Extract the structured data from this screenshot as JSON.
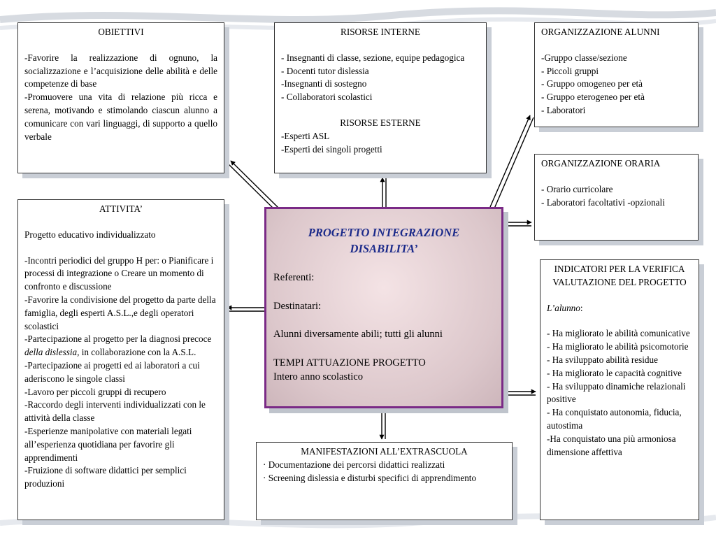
{
  "center": {
    "title_line1": "PROGETTO INTEGRAZIONE",
    "title_line2": "DISABILITA’",
    "referenti": "Referenti:",
    "destinatari": "Destinatari:",
    "alunni": "Alunni diversamente abili; tutti gli alunni",
    "tempi_title": "TEMPI ATTUAZIONE PROGETTO",
    "tempi_value": "Intero anno scolastico"
  },
  "obiettivi": {
    "title": "OBIETTIVI",
    "lines": [
      "-Favorire la realizzazione di ognuno, la socializzazione e l’acquisizione delle abilità e delle competenze di base",
      "-Promuovere una vita di relazione più ricca e serena, motivando e stimolando ciascun alunno a comunicare con vari linguaggi, di supporto a quello verbale"
    ]
  },
  "risorse": {
    "interne_title": "RISORSE INTERNE",
    "interne": [
      "- Insegnanti di classe, sezione, equipe pedagogica",
      "- Docenti tutor dislessia",
      "-Insegnanti di sostegno",
      "- Collaboratori scolastici"
    ],
    "esterne_title": "RISORSE ESTERNE",
    "esterne": [
      "-Esperti ASL",
      "-Esperti dei singoli progetti"
    ]
  },
  "organizzazione_alunni": {
    "title": "ORGANIZZAZIONE ALUNNI",
    "items": [
      "-Gruppo classe/sezione",
      "- Piccoli gruppi",
      "- Gruppo omogeneo per età",
      "- Gruppo eterogeneo per età",
      "- Laboratori"
    ]
  },
  "organizzazione_oraria": {
    "title": "ORGANIZZAZIONE ORARIA",
    "items": [
      "- Orario curricolare",
      "- Laboratori facoltativi -opzionali"
    ]
  },
  "attivita": {
    "title": "ATTIVITA’",
    "intro": "Progetto educativo individualizzato",
    "items": [
      "-Incontri periodici del gruppo H per: o Pianificare i processi di integrazione o Creare un momento di confronto e discussione",
      "-Favorire la condivisione del progetto da parte della famiglia, degli esperti A.S.L.,e degli operatori scolastici"
    ],
    "part_pre": "-Partecipazione al progetto per la diagnosi precoce ",
    "part_italic": "della dislessia,",
    "part_post": " in collaborazione con la A.S.L.",
    "items2": [
      "-Partecipazione ai progetti ed ai laboratori a cui aderiscono le singole classi",
      "-Lavoro per piccoli gruppi di recupero",
      "-Raccordo degli interventi individualizzati con le attività della  classe",
      "-Esperienze manipolative con materiali legati all’esperienza quotidiana per favorire gli apprendimenti",
      "-Fruizione di software didattici per semplici produzioni"
    ]
  },
  "indicatori": {
    "title": "INDICATORI PER LA VERIFICA VALUTAZIONE DEL PROGETTO",
    "alunno_label": "L’alunno",
    "alunno_colon": ":",
    "items": [
      "- Ha migliorato le abilità comunicative",
      "- Ha migliorato le abilità psicomotorie",
      "- Ha sviluppato abilità residue",
      "- Ha migliorato le capacità cognitive",
      "- Ha sviluppato dinamiche relazionali positive",
      "- Ha conquistato autonomia, fiducia, autostima",
      "-Ha conquistato una più armoniosa dimensione affettiva"
    ]
  },
  "manifestazioni": {
    "title": "MANIFESTAZIONI ALL’EXTRASCUOLA",
    "items": [
      "· Documentazione dei percorsi didattici realizzati",
      "· Screening dislessia e disturbi specifici di apprendimento"
    ]
  },
  "colors": {
    "center_border": "#7a2a86",
    "center_title": "#1b2a8a",
    "shadow": "#c9ced6"
  }
}
